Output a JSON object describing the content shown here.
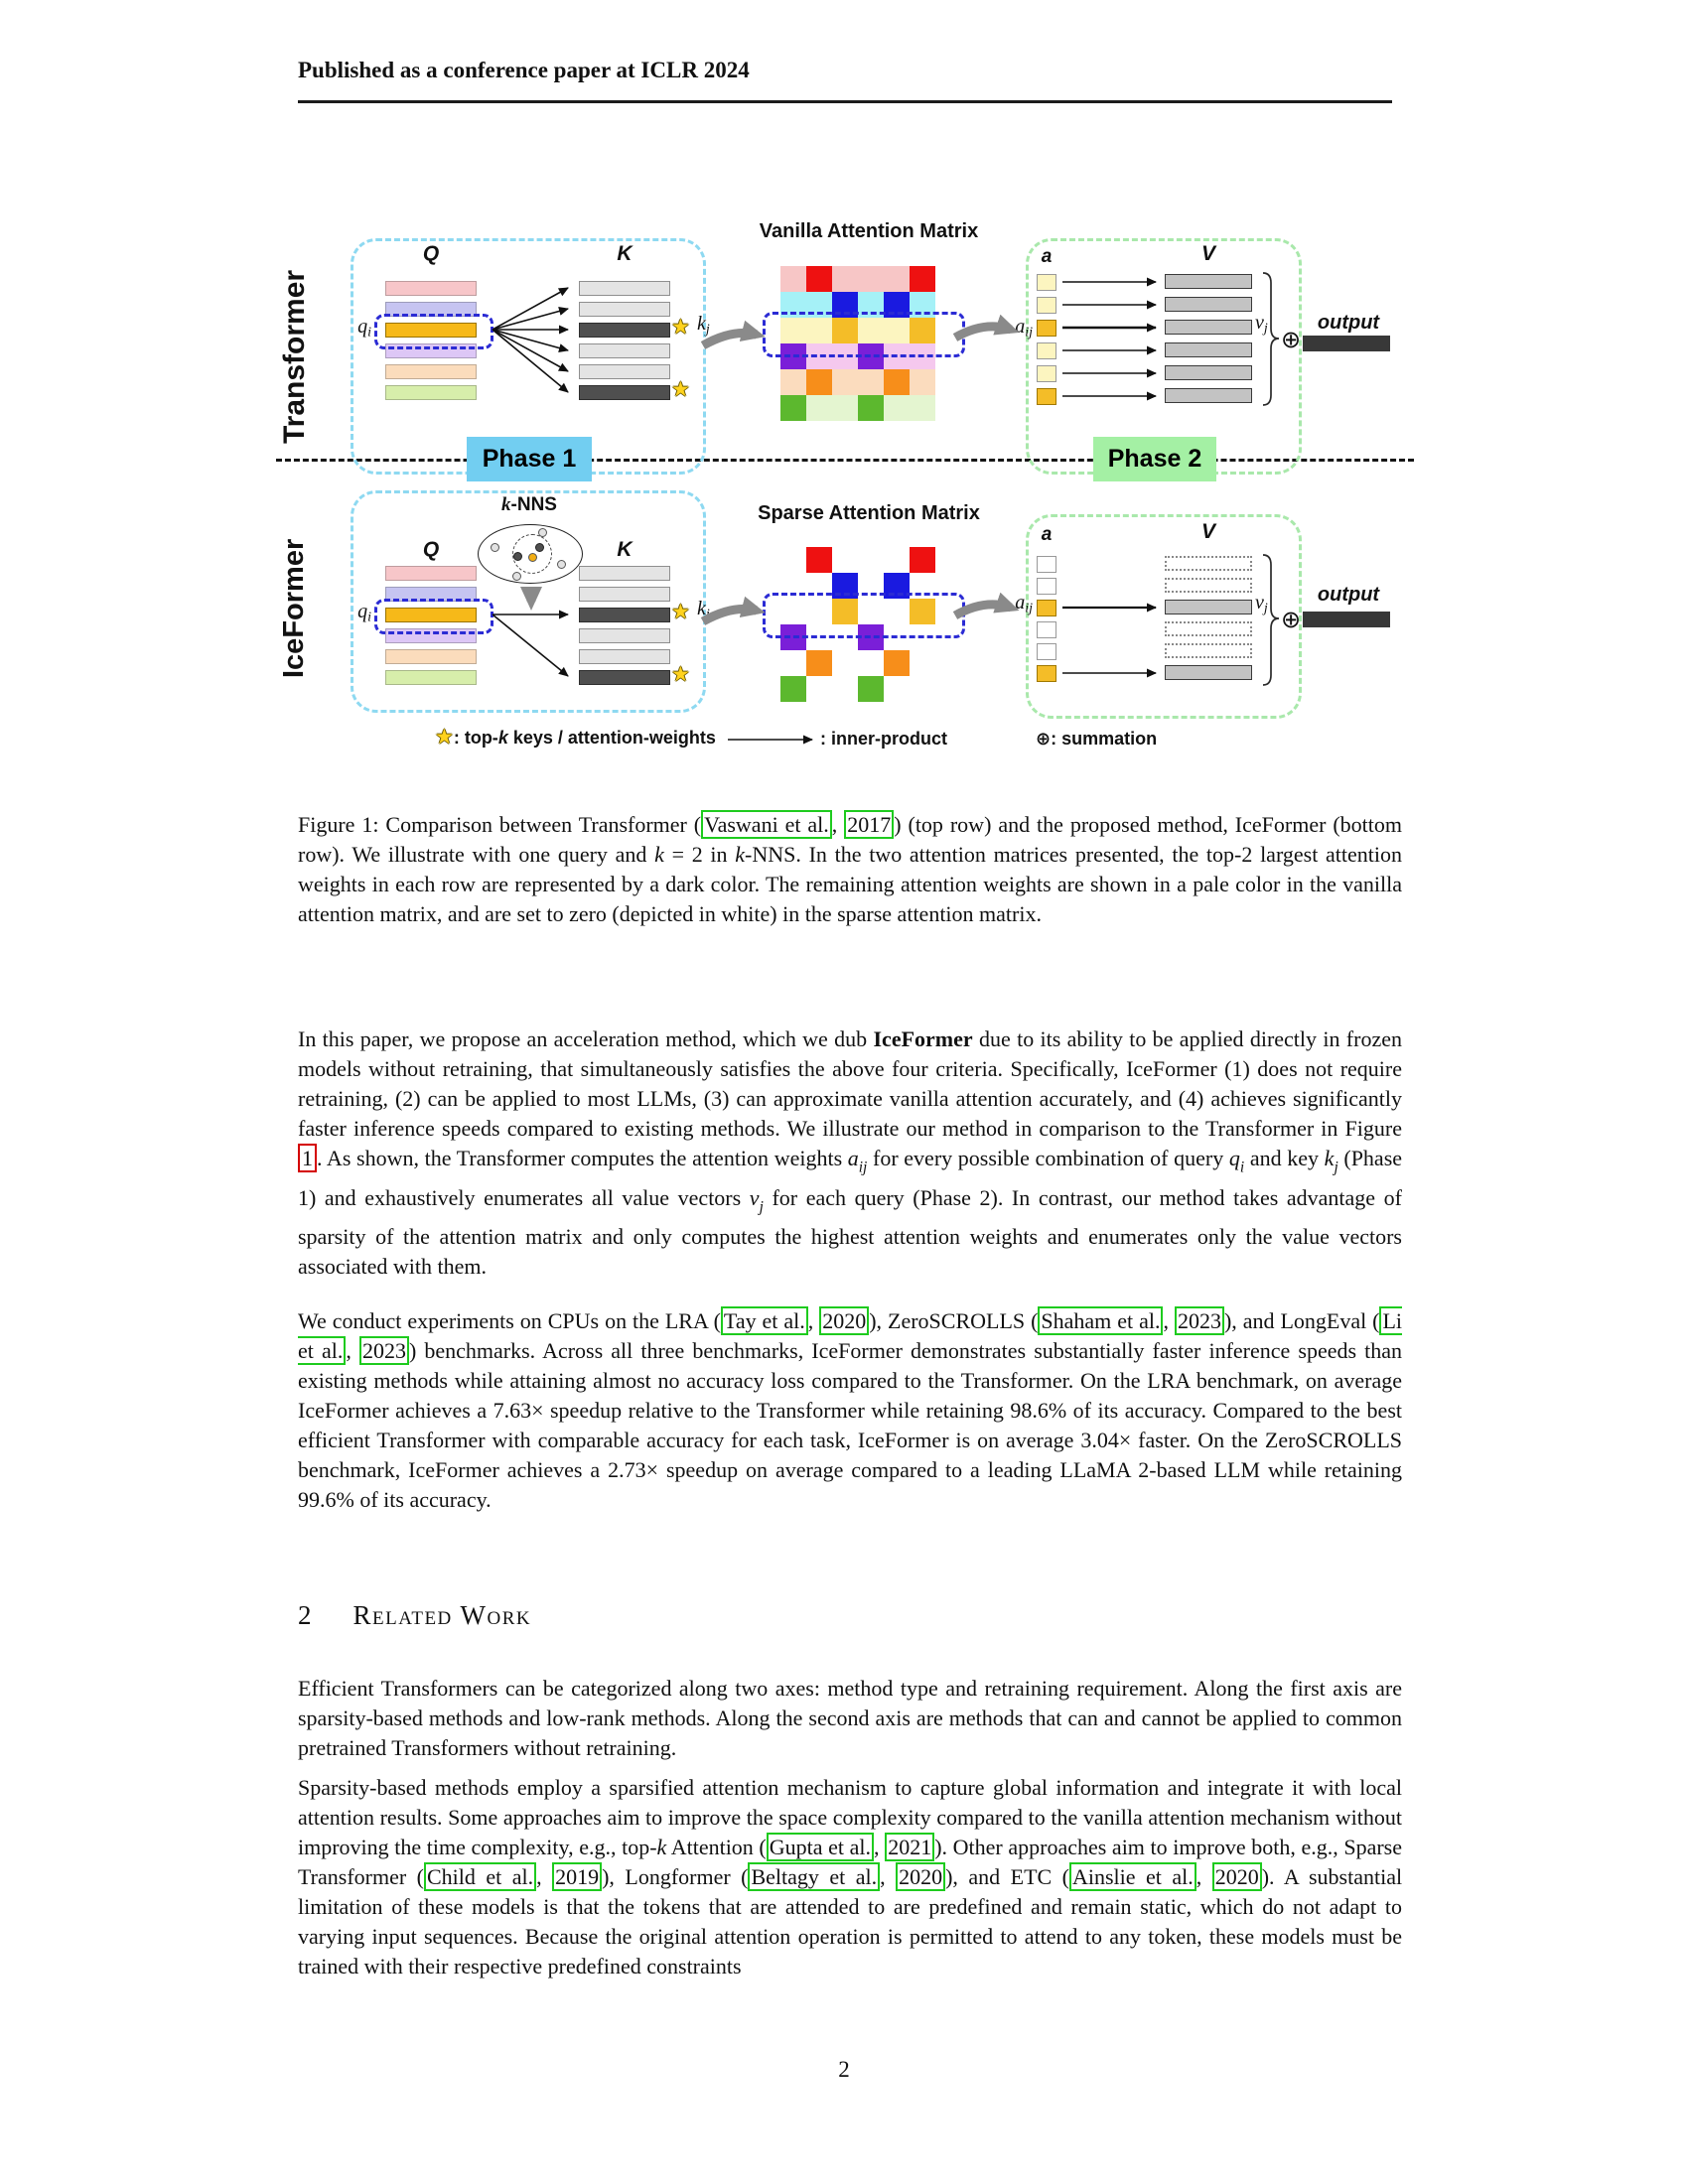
{
  "page": {
    "header": "Published as a conference paper at ICLR 2024",
    "page_number": "2"
  },
  "figure": {
    "row_labels": [
      "Transformer",
      "IceFormer"
    ],
    "phase_labels": [
      "Phase 1",
      "Phase 2"
    ],
    "matrix_titles": [
      "Vanilla Attention Matrix",
      "Sparse Attention Matrix"
    ],
    "knns_label": {
      "pre_italic": "k",
      "rest": "-NNS"
    },
    "star_symbol": "★",
    "oplus_symbol": "⊕",
    "labels": {
      "Q": "Q",
      "K": "K",
      "V": "V",
      "a": "a",
      "output": "output",
      "qi": {
        "base": "q",
        "sub": "i"
      },
      "kj": {
        "base": "k",
        "sub": "j"
      },
      "aij": {
        "base": "a",
        "sub": "ij"
      },
      "vj": {
        "base": "v",
        "sub": "j"
      }
    },
    "legend": {
      "star_segments": [
        {
          "t": "★",
          "s": "star"
        },
        {
          "t": ": top-"
        },
        {
          "t": "k",
          "s": "m"
        },
        {
          "t": " keys / attention-weights"
        }
      ],
      "inner_product": ": inner-product",
      "summation": "⊕: summation"
    },
    "palette": {
      "palepink": "#f7c6c6",
      "red": "#ee1111",
      "palecyan": "#a5f1f7",
      "blue": "#1a1ae0",
      "paleyellow": "#fcf5c0",
      "gold": "#f4bd28",
      "purple": "#7a1fd8",
      "palemagenta": "#f5c8ee",
      "peach": "#fbdcbe",
      "orange": "#f78e1a",
      "green": "#5cb82e",
      "palegreen": "#e4f5d0",
      "white": "#ffffff"
    },
    "q_bar_colors": [
      "#f7c6c9",
      "#c6c4f1",
      "#f6b919",
      "#ddc7f6",
      "#fbdcbc",
      "#d7eeab"
    ],
    "k_bars": [
      "light",
      "light",
      "dark",
      "light",
      "light",
      "dark"
    ],
    "vanilla_matrix": [
      [
        "palepink",
        "red",
        "palepink",
        "palepink",
        "palepink",
        "red"
      ],
      [
        "palecyan",
        "palecyan",
        "blue",
        "palecyan",
        "blue",
        "palecyan"
      ],
      [
        "paleyellow",
        "paleyellow",
        "gold",
        "paleyellow",
        "paleyellow",
        "gold"
      ],
      [
        "purple",
        "palemagenta",
        "palemagenta",
        "purple",
        "palemagenta",
        "palemagenta"
      ],
      [
        "peach",
        "orange",
        "peach",
        "peach",
        "orange",
        "peach"
      ],
      [
        "green",
        "palegreen",
        "palegreen",
        "green",
        "palegreen",
        "palegreen"
      ]
    ],
    "sparse_matrix": [
      [
        "white",
        "red",
        "white",
        "white",
        "white",
        "red"
      ],
      [
        "white",
        "white",
        "blue",
        "white",
        "blue",
        "white"
      ],
      [
        "white",
        "white",
        "gold",
        "white",
        "white",
        "gold"
      ],
      [
        "purple",
        "white",
        "white",
        "purple",
        "white",
        "white"
      ],
      [
        "white",
        "orange",
        "white",
        "white",
        "orange",
        "white"
      ],
      [
        "green",
        "white",
        "white",
        "green",
        "white",
        "white"
      ]
    ],
    "a_vec_vanilla": [
      "paleyellow",
      "paleyellow",
      "gold",
      "paleyellow",
      "paleyellow",
      "gold"
    ],
    "a_vec_sparse": [
      "white",
      "white",
      "gold",
      "white",
      "white",
      "gold"
    ],
    "v_bars_vanilla": [
      "solid",
      "solid",
      "solid",
      "solid",
      "solid",
      "solid"
    ],
    "v_bars_sparse": [
      "dotted",
      "dotted",
      "solid",
      "dotted",
      "dotted",
      "solid"
    ]
  },
  "caption": [
    {
      "t": "Figure 1: Comparison between Transformer ("
    },
    {
      "t": "Vaswani et al.",
      "s": "g"
    },
    {
      "t": ", "
    },
    {
      "t": "2017",
      "s": "g"
    },
    {
      "t": ") (top row) and the proposed method, IceFormer (bottom row). We illustrate with one query and "
    },
    {
      "t": "k",
      "s": "m"
    },
    {
      "t": " = 2 in "
    },
    {
      "t": "k",
      "s": "m"
    },
    {
      "t": "-NNS. In the two attention matrices presented, the top-2 largest attention weights in each row are represented by a dark color. The remaining attention weights are shown in a pale color in the vanilla attention matrix, and are set to zero (depicted in white) in the sparse attention matrix."
    }
  ],
  "body": {
    "para1": [
      {
        "t": "In this paper, we propose an acceleration method, which we dub "
      },
      {
        "t": "IceFormer",
        "s": "b"
      },
      {
        "t": " due to its ability to be applied directly in frozen models without retraining, that simultaneously satisfies the above four criteria. Specifically, IceFormer (1) does not require retraining, (2) can be applied to most LLMs, (3) can approximate vanilla attention accurately, and (4) achieves significantly faster inference speeds compared to existing methods. We illustrate our method in comparison to the Transformer in Figure "
      },
      {
        "t": "1",
        "s": "r"
      },
      {
        "t": ". As shown, the Transformer computes the attention weights "
      },
      {
        "t": "a",
        "sub": "ij",
        "s": "m"
      },
      {
        "t": " for every possible combination of query "
      },
      {
        "t": "q",
        "sub": "i",
        "s": "m"
      },
      {
        "t": " and key "
      },
      {
        "t": "k",
        "sub": "j",
        "s": "m"
      },
      {
        "t": " (Phase 1) and exhaustively enumerates all value vectors "
      },
      {
        "t": "v",
        "sub": "j",
        "s": "m"
      },
      {
        "t": " for each query (Phase 2). In contrast, our method takes advantage of sparsity of the attention matrix and only computes the highest attention weights and enumerates only the value vectors associated with them."
      }
    ],
    "para2": [
      {
        "t": "We conduct experiments on CPUs on the LRA ("
      },
      {
        "t": "Tay et al.",
        "s": "g"
      },
      {
        "t": ", "
      },
      {
        "t": "2020",
        "s": "g"
      },
      {
        "t": "), ZeroSCROLLS ("
      },
      {
        "t": "Shaham et al.",
        "s": "g"
      },
      {
        "t": ", "
      },
      {
        "t": "2023",
        "s": "g"
      },
      {
        "t": "), and LongEval ("
      },
      {
        "t": "Li et al.",
        "s": "g"
      },
      {
        "t": ", "
      },
      {
        "t": "2023",
        "s": "g"
      },
      {
        "t": ") benchmarks. Across all three benchmarks, IceFormer demonstrates substantially faster inference speeds than existing methods while attaining almost no accuracy loss compared to the Transformer. On the LRA benchmark, on average IceFormer achieves a 7.63× speedup relative to the Transformer while retaining 98.6% of its accuracy. Compared to the best efficient Transformer with comparable accuracy for each task, IceFormer is on average 3.04× faster. On the ZeroSCROLLS benchmark, IceFormer achieves a 2.73× speedup on average compared to a leading LLaMA 2-based LLM while retaining 99.6% of its accuracy."
      }
    ],
    "section_number": "2",
    "section_title": "Related Work",
    "para3": [
      {
        "t": "Efficient Transformers can be categorized along two axes: method type and retraining requirement. Along the first axis are sparsity-based methods and low-rank methods. Along the second axis are methods that can and cannot be applied to common pretrained Transformers without retraining."
      }
    ],
    "para4": [
      {
        "t": "Sparsity-based methods employ a sparsified attention mechanism to capture global information and integrate it with local attention results. Some approaches aim to improve the space complexity compared to the vanilla attention mechanism without improving the time complexity, e.g., top-"
      },
      {
        "t": "k",
        "s": "m"
      },
      {
        "t": " Attention ("
      },
      {
        "t": "Gupta et al.",
        "s": "g"
      },
      {
        "t": ", "
      },
      {
        "t": "2021",
        "s": "g"
      },
      {
        "t": "). Other approaches aim to improve both, e.g., Sparse Transformer ("
      },
      {
        "t": "Child et al.",
        "s": "g"
      },
      {
        "t": ", "
      },
      {
        "t": "2019",
        "s": "g"
      },
      {
        "t": "), Longformer ("
      },
      {
        "t": "Beltagy et al.",
        "s": "g"
      },
      {
        "t": ", "
      },
      {
        "t": "2020",
        "s": "g"
      },
      {
        "t": "), and ETC ("
      },
      {
        "t": "Ainslie et al.",
        "s": "g"
      },
      {
        "t": ", "
      },
      {
        "t": "2020",
        "s": "g"
      },
      {
        "t": "). A substantial limitation of these models is that the tokens that are attended to are predefined and remain static, which do not adapt to varying input sequences. Because the original attention operation is permitted to attend to any token, these models must be trained with their respective predefined constraints"
      }
    ]
  }
}
